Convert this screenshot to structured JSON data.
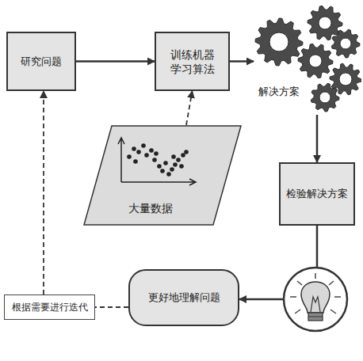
{
  "diagram": {
    "nodes": [
      {
        "text": [
          "研究问题"
        ]
      },
      {
        "text": [
          "训练机器学习算法"
        ]
      },
      {
        "text": [
          "大量数据"
        ]
      },
      {
        "text": [
          "解决方案"
        ]
      },
      {
        "text": [
          "检验解决方案"
        ]
      },
      {
        "text": [
          "更好地理解问题"
        ]
      },
      {
        "text": [
          "根据需要进行迭代"
        ]
      }
    ],
    "edges": [
      {
        "from": 0,
        "to": 1,
        "arrow": "to"
      },
      {
        "from": 1,
        "to": 3,
        "arrow": "to"
      },
      {
        "from": 2,
        "to": 1,
        "arrow": "to"
      },
      {
        "from": 3,
        "to": 4,
        "arrow": "to"
      },
      {
        "from": 4,
        "to": 5,
        "arrow": "to"
      },
      {
        "from": 5,
        "to": 6,
        "arrow": "none"
      },
      {
        "from": 6,
        "to": 0,
        "arrow": "to"
      }
    ]
  }
}
